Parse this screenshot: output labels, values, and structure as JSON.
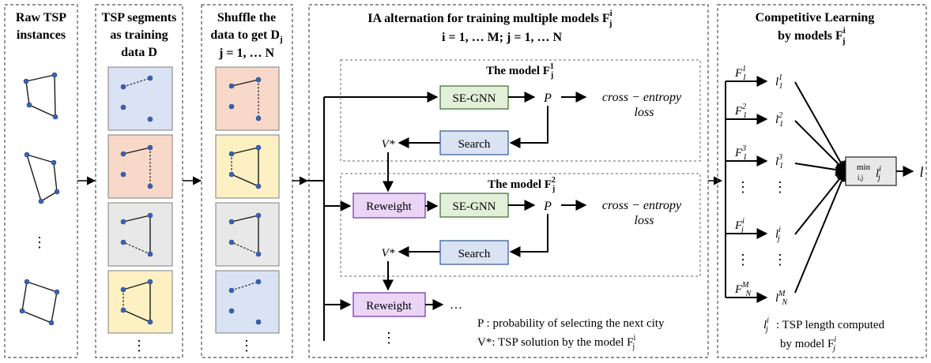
{
  "panels": {
    "raw": {
      "line1": "Raw TSP",
      "line2": "instances",
      "dots": "⋮"
    },
    "segments": {
      "line1": "TSP segments",
      "line2": "as training",
      "line3": "data D",
      "dots": "⋮"
    },
    "shuffle": {
      "line1": "Shuffle the",
      "line2": "data to get D",
      "line2_sub": "j",
      "line3": "j = 1, … N",
      "dots": "⋮"
    },
    "ia": {
      "title_line1": "IA alternation for training multiple models F",
      "title_sup": "i",
      "title_sub": "j",
      "title_line2": "i = 1, … M;  j = 1, … N",
      "model1": {
        "title": "The model F",
        "sup": "1",
        "sub": "j"
      },
      "model2": {
        "title": "The model F",
        "sup": "2",
        "sub": "j"
      },
      "segnn_label": "SE-GNN",
      "search_label": "Search",
      "reweight_label": "Reweight",
      "p_symbol": "P",
      "vstar_symbol": "V*",
      "loss_line1": "cross − entropy",
      "loss_line2": "loss",
      "ellipsis": "…",
      "dots": "⋮",
      "legend_p": "P  : probability of selecting the next city",
      "legend_v": "V*: TSP solution by the model F",
      "legend_v_sup": "i",
      "legend_v_sub": "j"
    },
    "competitive": {
      "title_line1": "Competitive Learning",
      "title_line2": "by models F",
      "title_sup": "i",
      "title_sub": "j",
      "models": [
        {
          "base": "F",
          "sup": "1",
          "sub": "1"
        },
        {
          "base": "F",
          "sup": "2",
          "sub": "1"
        },
        {
          "base": "F",
          "sup": "3",
          "sub": "1"
        },
        {
          "base": "F",
          "sup": "i",
          "sub": "j"
        },
        {
          "base": "F",
          "sup": "M",
          "sub": "N"
        }
      ],
      "lengths": [
        {
          "base": "l",
          "sup": "1",
          "sub": "1"
        },
        {
          "base": "l",
          "sup": "2",
          "sub": "1"
        },
        {
          "base": "l",
          "sup": "3",
          "sub": "1"
        },
        {
          "base": "l",
          "sup": "i",
          "sub": "j"
        },
        {
          "base": "l",
          "sup": "M",
          "sub": "N"
        }
      ],
      "min_box": {
        "min": "min",
        "min_sub": "i,j",
        "base": "l",
        "sup": "i",
        "sub": "j"
      },
      "output": "l",
      "dots": "⋮",
      "note_line1": ": TSP length computed",
      "note_line2": "by model F",
      "note_sup": "i",
      "note_sub": "j"
    }
  }
}
